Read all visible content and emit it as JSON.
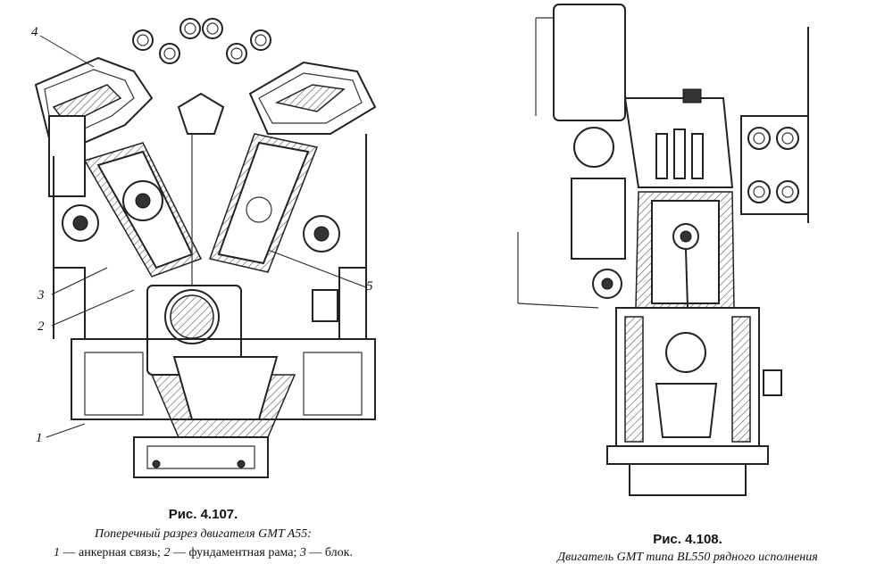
{
  "figures": [
    {
      "number": "Рис. 4.107.",
      "caption_line1": "Поперечный разрез двигателя GMT A55:",
      "legend": [
        {
          "num": "1",
          "text": "анкерная связь;"
        },
        {
          "num": "2",
          "text": "фундаментная рама;"
        },
        {
          "num": "3",
          "text": "блок."
        }
      ],
      "callouts": [
        "4",
        "3",
        "2",
        "5",
        "1"
      ]
    },
    {
      "number": "Рис. 4.108.",
      "caption_line1": "Двигатель GMT типа BL550 рядного исполнения"
    }
  ]
}
